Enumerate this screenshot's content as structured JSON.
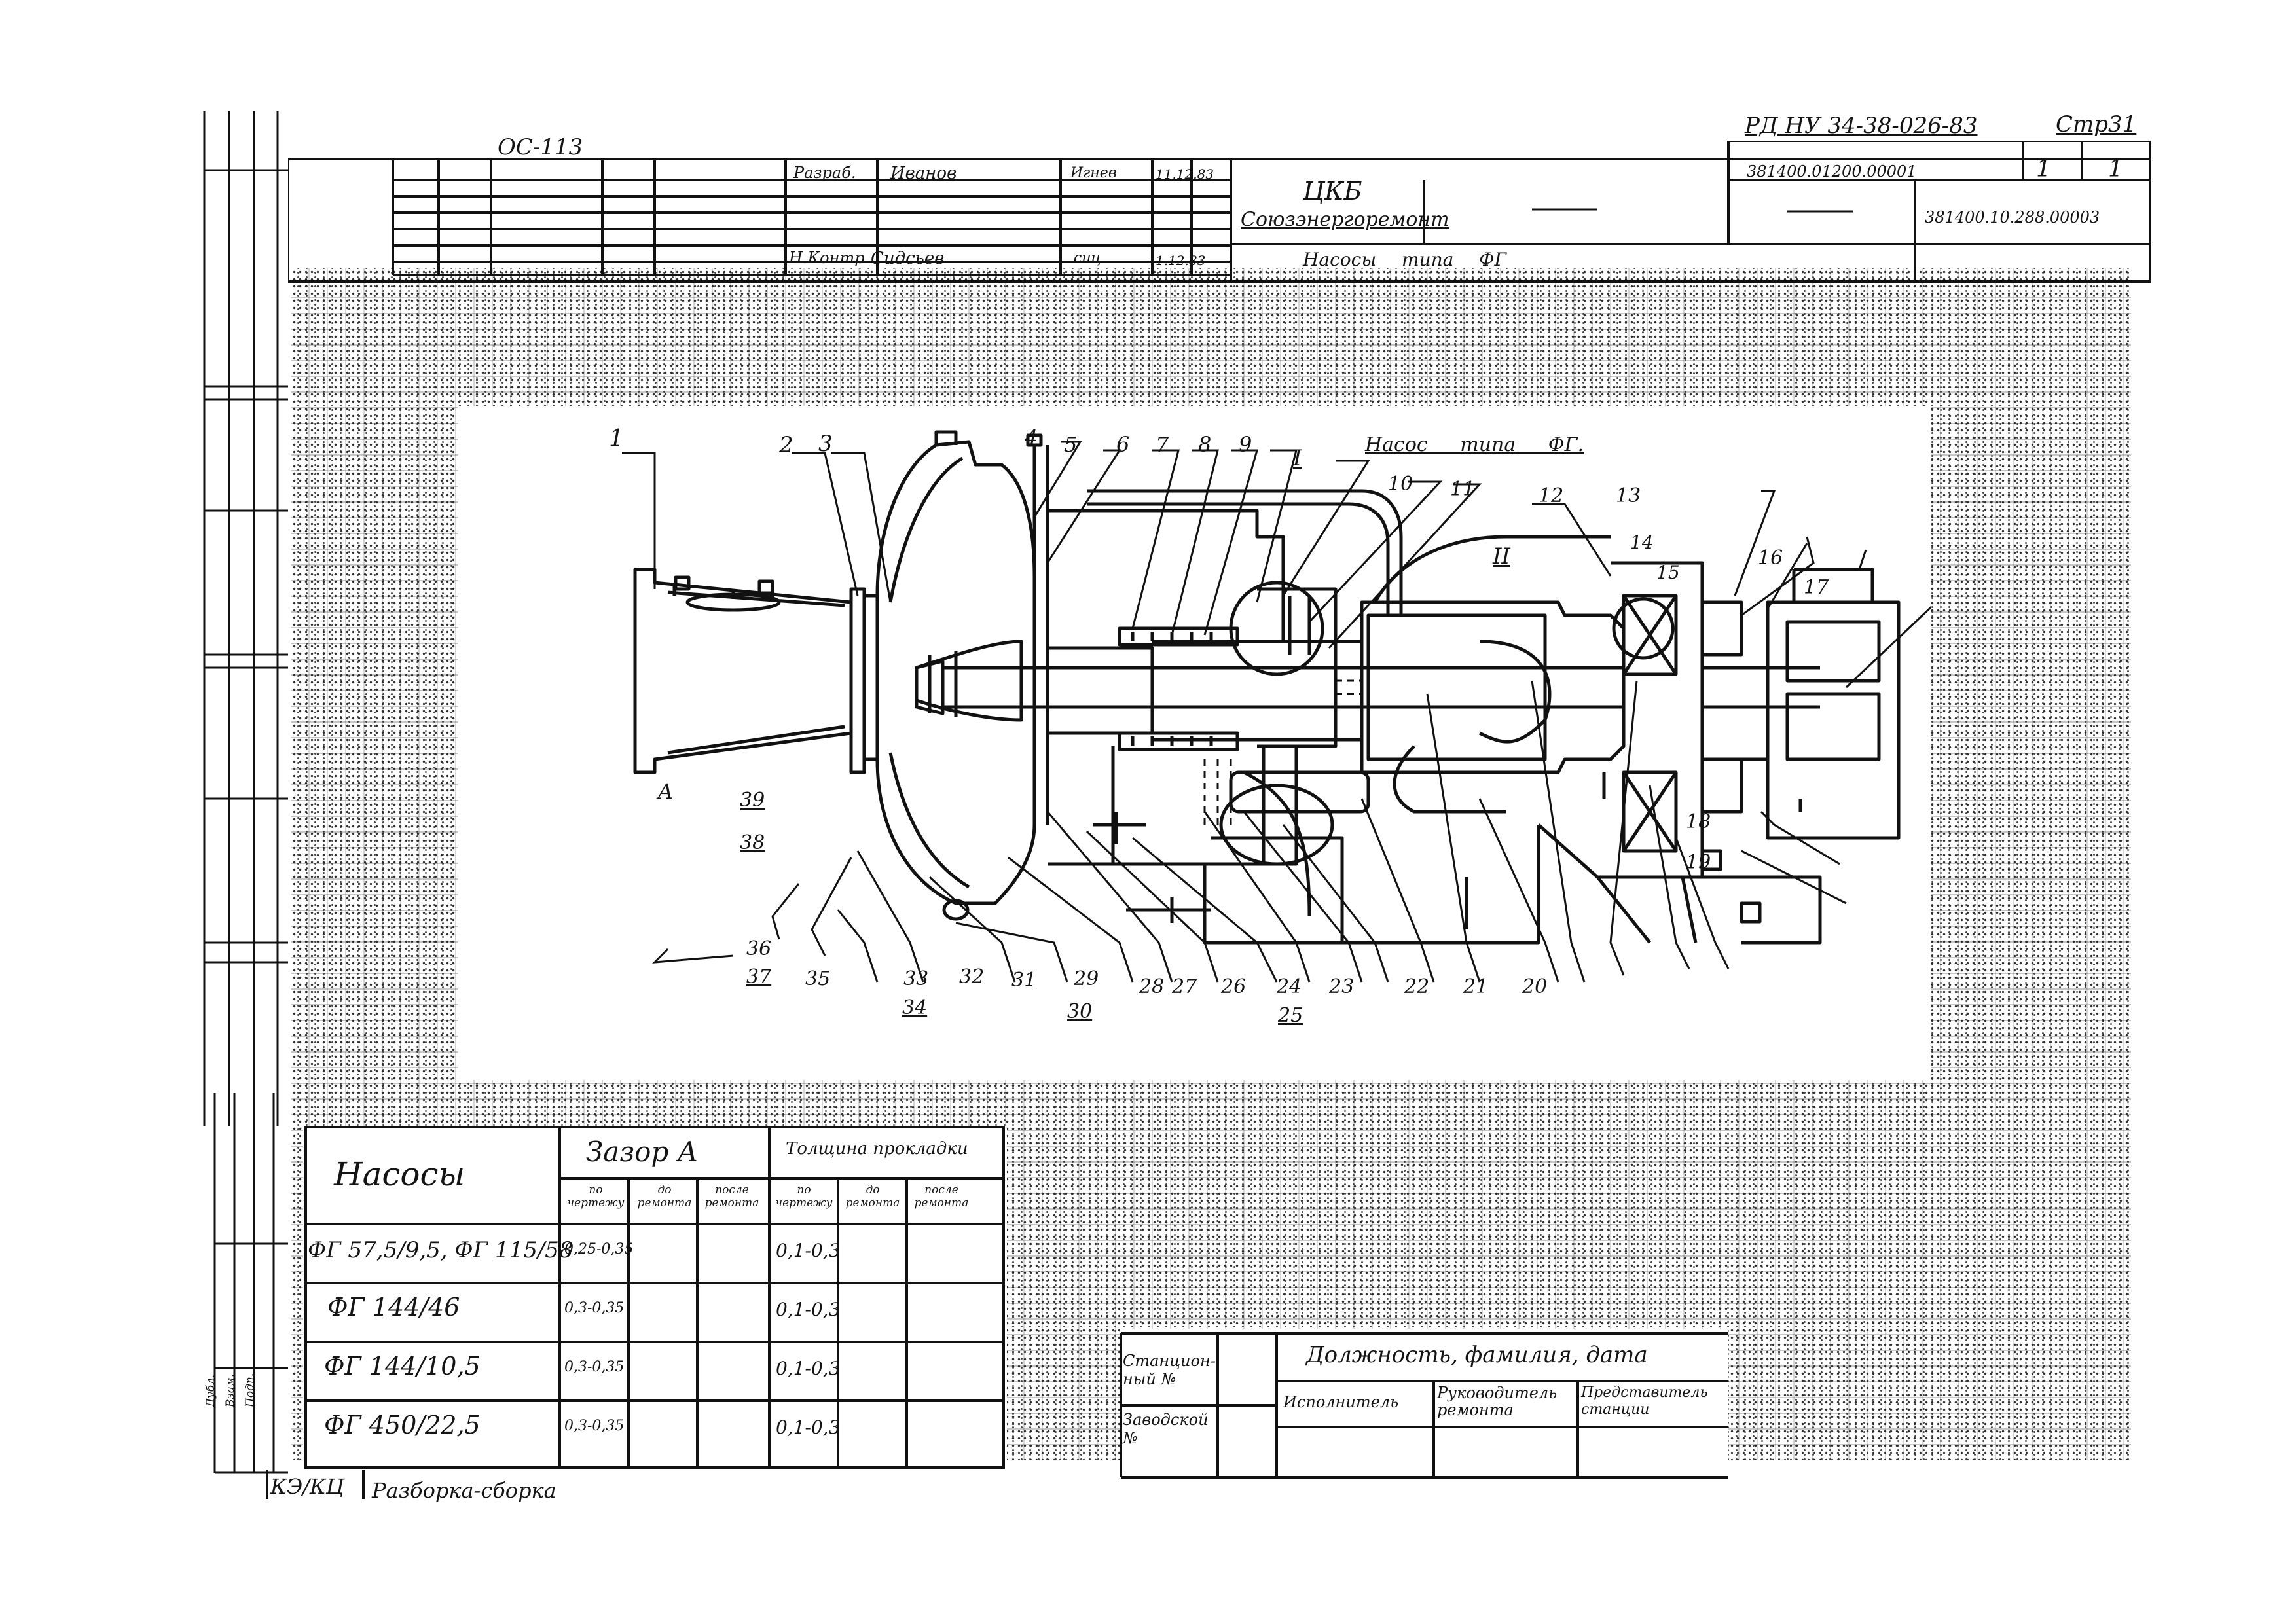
{
  "doc_code": "РД НУ 34-38-026-83",
  "page": "Стр31",
  "sheet_no": "381400.01200.00001",
  "sheet_a": "1",
  "sheet_b": "1",
  "drawing_no": "381400.10.288.00003",
  "margin_note": "ОС-113",
  "org_name": "ЦКБ",
  "org_sub": "Союзэнергоремонт",
  "doc_title": "Насосы типа ФГ",
  "title_block": {
    "row1": {
      "role": "Разраб.",
      "name": "Иванов",
      "sign": "Игнев",
      "date": "11.12.83"
    },
    "row2": {
      "role": "Н.Контр",
      "name": "Сидсьев",
      "sign": "сиц",
      "date": "1.12.83"
    }
  },
  "drawing_title": "Насос типа ФГ.",
  "section_marks": [
    "I",
    "II"
  ],
  "callouts": [
    "1",
    "2",
    "3",
    "4",
    "5",
    "6",
    "7",
    "8",
    "9",
    "10",
    "11",
    "12",
    "13",
    "14",
    "15",
    "16",
    "17",
    "18",
    "19",
    "20",
    "21",
    "22",
    "23",
    "24",
    "25",
    "26",
    "27",
    "28",
    "29",
    "30",
    "31",
    "32",
    "33",
    "34",
    "35",
    "36",
    "37",
    "38",
    "39",
    "A"
  ],
  "clearance_table": {
    "col_pumps": "Насосы",
    "group_a": "Зазор А",
    "group_b": "Толщина прокладки",
    "sub": [
      "по чертежу",
      "до ремонта",
      "после ремонта",
      "по чертежу",
      "до ремонта",
      "после ремонта"
    ],
    "rows": [
      {
        "pump": "ФГ 57,5/9,5, ФГ 115/58",
        "gap": "0,25-0,35",
        "gasket": "0,1-0,3"
      },
      {
        "pump": "ФГ 144/46",
        "gap": "0,3-0,35",
        "gasket": "0,1-0,3"
      },
      {
        "pump": "ФГ 144/10,5",
        "gap": "0,3-0,35",
        "gasket": "0,1-0,3"
      },
      {
        "pump": "ФГ 450/22,5",
        "gap": "0,3-0,35",
        "gasket": "0,1-0,3"
      }
    ]
  },
  "signature_table": {
    "station_no": "Станцион-ный №",
    "factory_no": "Заводской №",
    "header": "Должность, фамилия, дата",
    "col1": "Исполнитель",
    "col2": "Руководитель ремонта",
    "col3": "Представитель станции"
  },
  "side_labels": [
    "Дубл.",
    "Взам.",
    "Подп."
  ],
  "footer_code": "КЭ/КЦ",
  "footer_text": "Разборка-сборка"
}
